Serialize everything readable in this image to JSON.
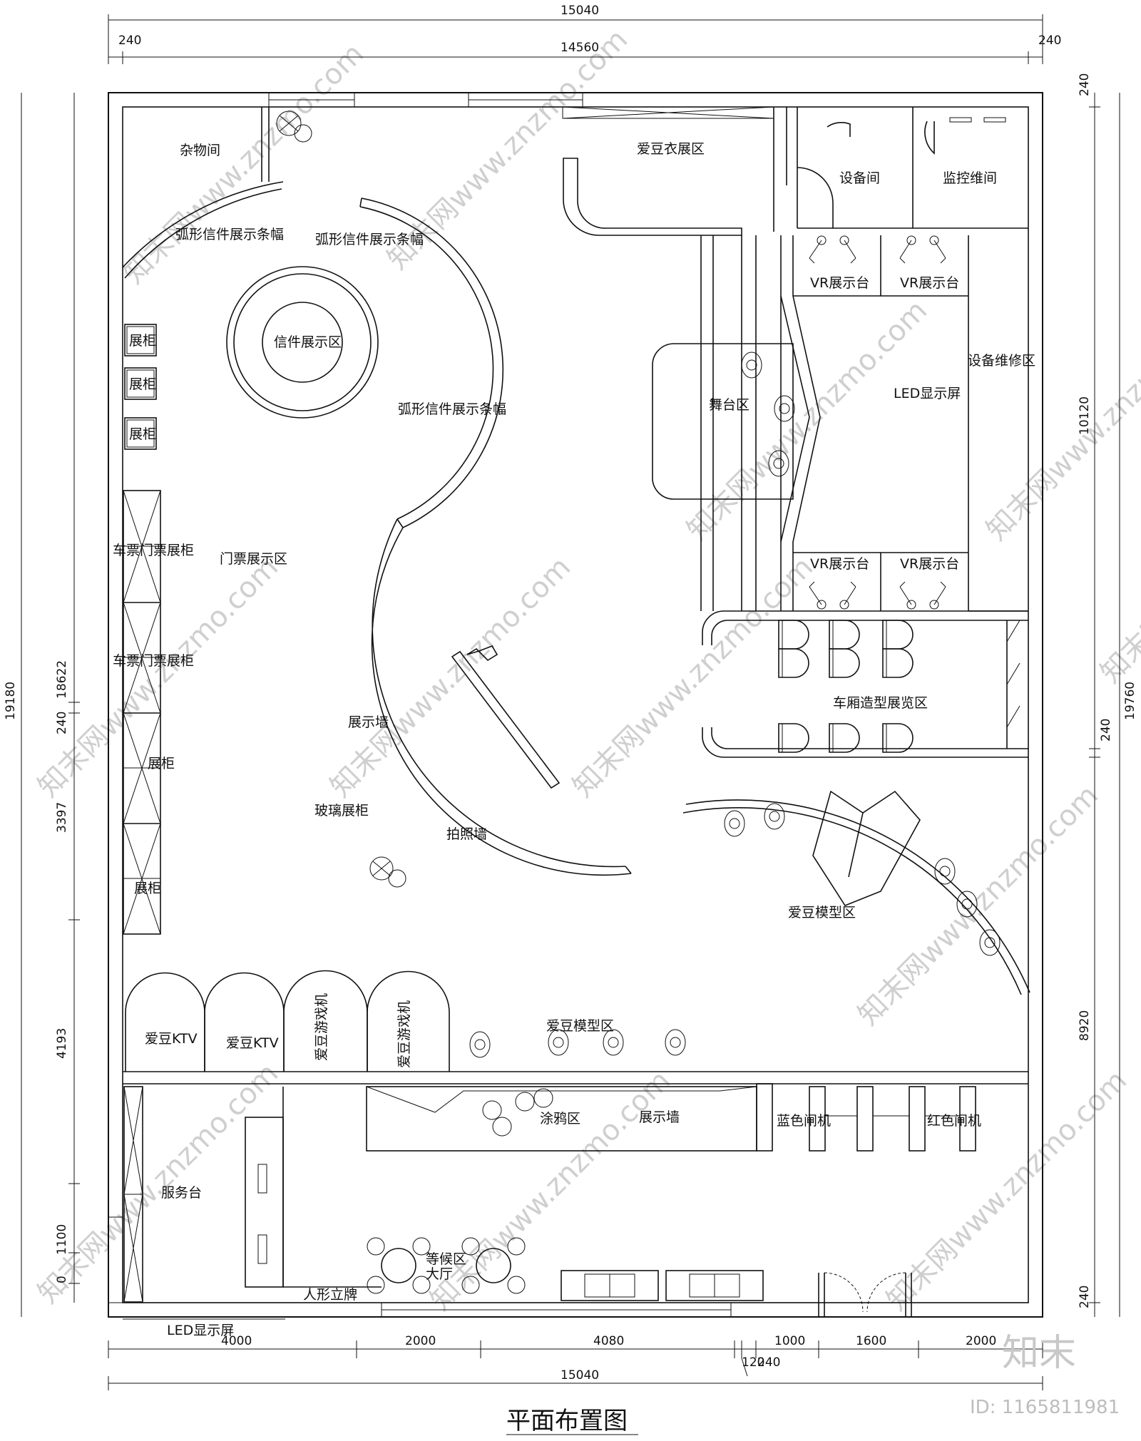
{
  "title": "平面布置图",
  "watermark_text": "知末网www.znzmo.com",
  "brand_logo_text": "知末",
  "image_id": "ID: 1165811981",
  "dimensions": {
    "top_overall": "15040",
    "top_left_wall": "240",
    "top_inner": "14560",
    "top_right_wall": "240",
    "bottom_overall": "15040",
    "bottom_segments": [
      "4000",
      "2000",
      "4080",
      "1000",
      "1600",
      "2000"
    ],
    "bottom_small_a": "120",
    "bottom_small_b": "240",
    "left_overall": "19180",
    "left_a": "18622",
    "left_b": "240",
    "left_c": "3397",
    "left_d": "4193",
    "left_e": "1100",
    "left_f": "0",
    "right_overall": "19760",
    "right_top_wall": "240",
    "right_upper": "10120",
    "right_mid_wall": "240",
    "right_lower": "8920",
    "right_bottom_wall": "240"
  },
  "rooms": {
    "storage": "杂物间",
    "arc_banner_left": "弧形信件展示条幅",
    "arc_banner_top": "弧形信件展示条幅",
    "arc_banner_mid": "弧形信件展示条幅",
    "letter_display": "信件展示区",
    "cabinet_1": "展柜",
    "cabinet_2": "展柜",
    "cabinet_3": "展柜",
    "ticket_cabinet_1": "车票门票展柜",
    "ticket_cabinet_2": "车票门票展柜",
    "cabinet_4": "展柜",
    "cabinet_5": "展柜",
    "ticket_display": "门票展示区",
    "clothing_display": "爱豆衣展区",
    "equipment_room": "设备间",
    "monitor_room": "监控维间",
    "vr_1": "VR展示台",
    "vr_2": "VR展示台",
    "vr_3": "VR展示台",
    "vr_4": "VR展示台",
    "stage": "舞台区",
    "led_screen": "LED显示屏",
    "maintenance": "设备维修区",
    "carriage_display": "车厢造型展览区",
    "display_wall": "展示墙",
    "glass_cabinet": "玻璃展柜",
    "photo_wall": "拍照墙",
    "idol_model_right": "爱豆模型区",
    "idol_model_mid": "爱豆模型区",
    "ktv_1": "爱豆KTV",
    "ktv_2": "爱豆KTV",
    "game_1": "爱豆游戏机",
    "game_2": "爱豆游戏机",
    "graffiti": "涂鸦区",
    "display_wall_2": "展示墙",
    "blue_gate": "蓝色闸机",
    "red_gate": "红色闸机",
    "service_desk": "服务台",
    "waiting_area": "等候区",
    "hall": "大厅",
    "standee": "人形立牌",
    "led_bottom": "LED显示屏"
  }
}
